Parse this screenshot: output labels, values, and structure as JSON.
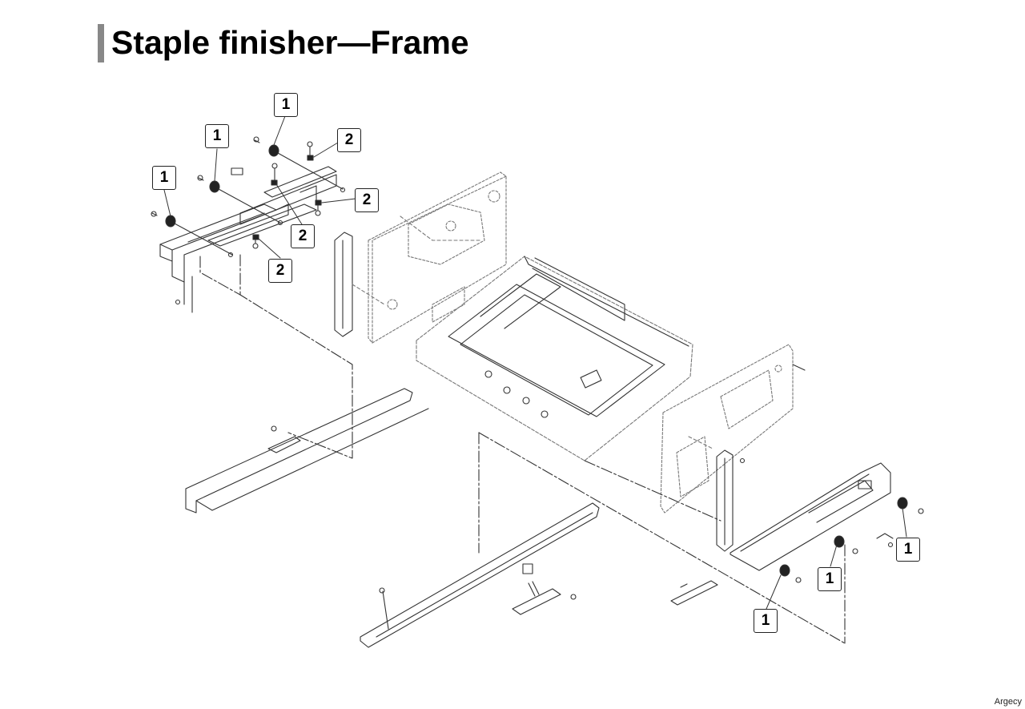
{
  "page": {
    "title": "Staple finisher—Frame",
    "watermark": "Argecy"
  },
  "diagram": {
    "subject": "staple finisher frame exploded parts view",
    "callouts": [
      {
        "label": "1"
      },
      {
        "label": "1"
      },
      {
        "label": "1"
      },
      {
        "label": "2"
      },
      {
        "label": "2"
      },
      {
        "label": "2"
      },
      {
        "label": "2"
      },
      {
        "label": "1"
      },
      {
        "label": "1"
      },
      {
        "label": "1"
      }
    ]
  },
  "colors": {
    "title_bar": "#888888",
    "line": "#333333",
    "dashed_frame": "#777777"
  }
}
